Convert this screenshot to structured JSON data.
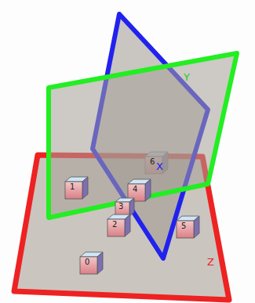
{
  "diagram": {
    "labels": [
      "Y",
      "X",
      "1",
      "6",
      "4",
      "3",
      "2",
      "5",
      "0",
      "Z"
    ]
  }
}
